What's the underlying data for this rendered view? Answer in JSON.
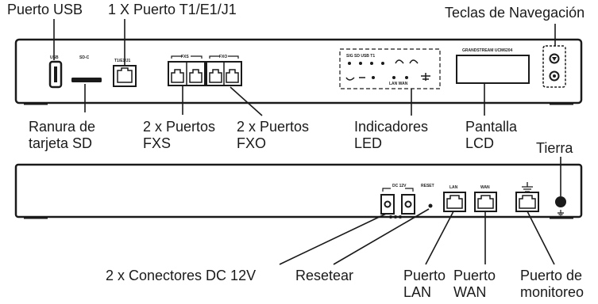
{
  "front_panel": {
    "callouts": {
      "usb": "Puerto USB",
      "t1": "1 X Puerto T1/E1/J1",
      "nav": "Teclas de Navegación",
      "sd": [
        "Ranura de",
        "tarjeta SD"
      ],
      "fxs": [
        "2 x Puertos",
        "FXS"
      ],
      "fxo": [
        "2 x Puertos",
        "FXO"
      ],
      "led": [
        "Indicadores",
        "LED"
      ],
      "lcd": [
        "Pantalla",
        "LCD"
      ]
    },
    "silk": {
      "usb": "USB",
      "sd": "SD-C",
      "t1": "T1/E1/J1",
      "fxs": "FXS",
      "fxo": "FXO",
      "led_top": "SIG  SD  USB  T1",
      "led_bottom": "LAN  WAN",
      "lcd": "GRANDSTREAM UCM6204"
    }
  },
  "rear_panel": {
    "callouts": {
      "ground": "Tierra",
      "dc": "2 x Conectores DC 12V",
      "reset": "Resetear",
      "lan": [
        "Puerto",
        "LAN"
      ],
      "wan": [
        "Puerto",
        "WAN"
      ],
      "monitor": [
        "Puerto de",
        "monitoreo"
      ]
    },
    "silk": {
      "dc": "DC 12V",
      "reset": "RESET",
      "lan": "LAN",
      "wan": "WAN"
    }
  }
}
